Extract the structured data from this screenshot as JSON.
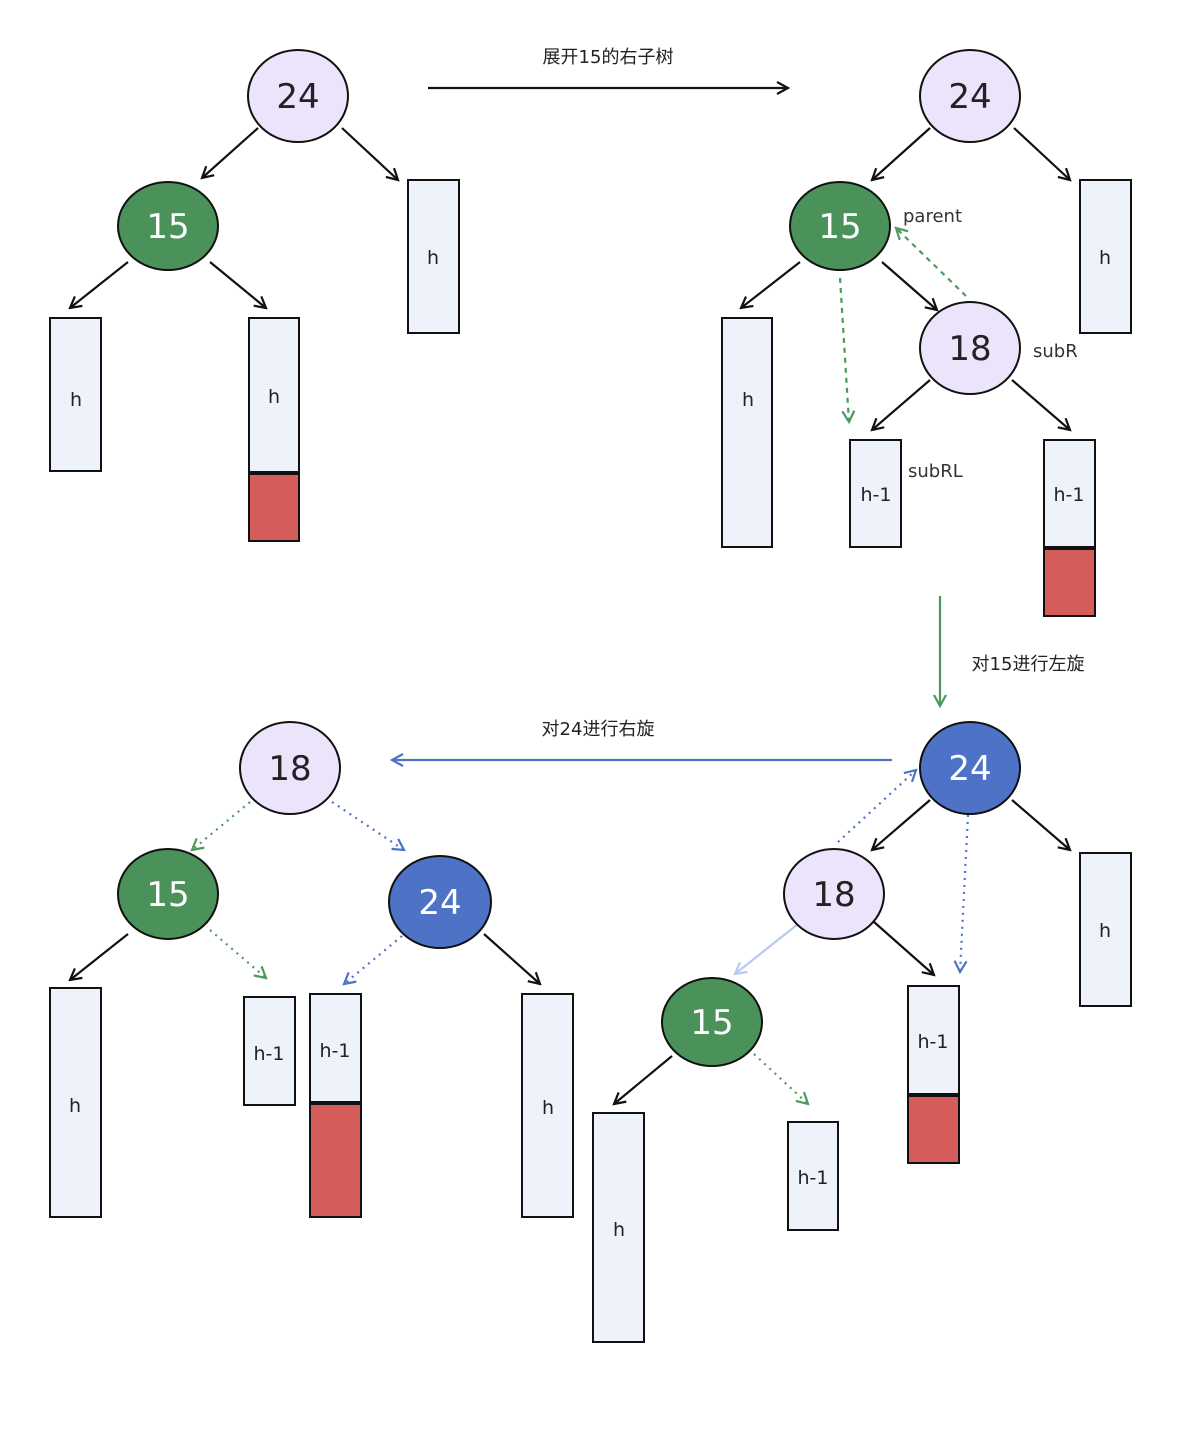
{
  "colors": {
    "lavender": "#ece4fb",
    "green": "#4a925a",
    "blue": "#4d72c6",
    "box_fill": "#eef3fb",
    "red": "#d45c5a",
    "arrow_black": "#111111",
    "arrow_green": "#4e9a5e",
    "arrow_blue": "#4d72c6",
    "arrow_lightblue": "#b8caee"
  },
  "captions": {
    "expand": "展开15的右子树",
    "left_rotate": "对15进行左旋",
    "right_rotate": "对24进行右旋"
  },
  "labels": {
    "parent": "parent",
    "subR": "subR",
    "subRL": "subRL"
  },
  "nodes": {
    "d1_root": "24",
    "d1_left": "15",
    "d2_root": "24",
    "d2_parent": "15",
    "d2_subR": "18",
    "d3_root": "24",
    "d3_left": "18",
    "d3_leftleft": "15",
    "d4_root": "18",
    "d4_left": "15",
    "d4_right": "24"
  },
  "boxes": {
    "h": "h",
    "h_minus_1": "h-1"
  }
}
